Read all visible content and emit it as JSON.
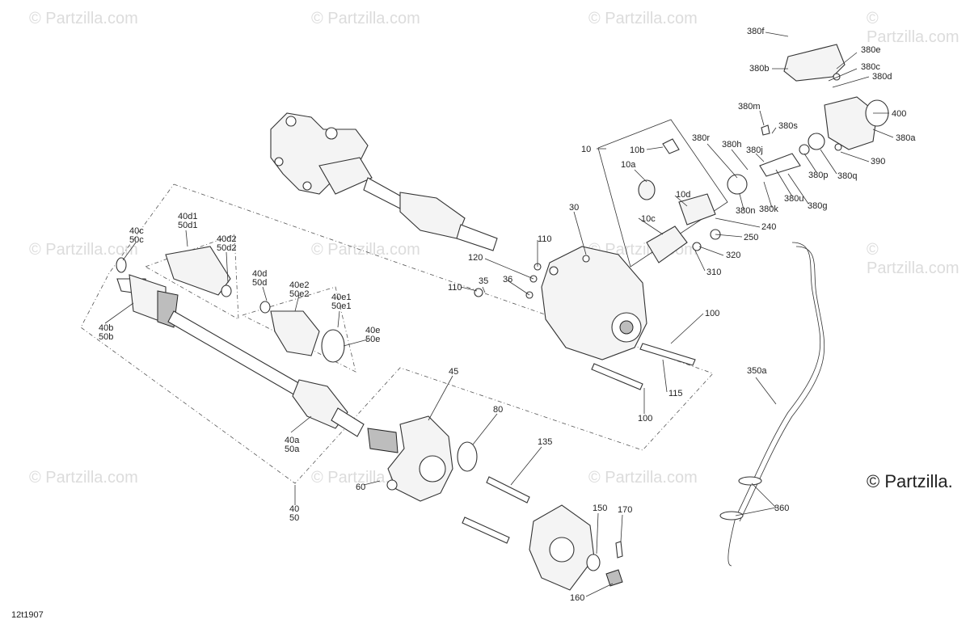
{
  "watermark": "© Partzilla.com",
  "copyright": "© Partzilla.",
  "diagram_code": "12t1907",
  "callouts": [
    {
      "id": "380f",
      "text": "380f"
    },
    {
      "id": "380e",
      "text": "380e"
    },
    {
      "id": "380b",
      "text": "380b"
    },
    {
      "id": "380c",
      "text": "380c"
    },
    {
      "id": "380d",
      "text": "380d"
    },
    {
      "id": "400",
      "text": "400"
    },
    {
      "id": "380m",
      "text": "380m"
    },
    {
      "id": "380s",
      "text": "380s"
    },
    {
      "id": "380a",
      "text": "380a"
    },
    {
      "id": "380r",
      "text": "380r"
    },
    {
      "id": "380h",
      "text": "380h"
    },
    {
      "id": "380j",
      "text": "380j"
    },
    {
      "id": "390",
      "text": "390"
    },
    {
      "id": "380p",
      "text": "380p"
    },
    {
      "id": "380q",
      "text": "380q"
    },
    {
      "id": "380u",
      "text": "380u"
    },
    {
      "id": "380k",
      "text": "380k"
    },
    {
      "id": "380n",
      "text": "380n"
    },
    {
      "id": "380g",
      "text": "380g"
    },
    {
      "id": "10",
      "text": "10"
    },
    {
      "id": "10b",
      "text": "10b"
    },
    {
      "id": "10a",
      "text": "10a"
    },
    {
      "id": "10d",
      "text": "10d"
    },
    {
      "id": "10c",
      "text": "10c"
    },
    {
      "id": "240",
      "text": "240"
    },
    {
      "id": "250",
      "text": "250"
    },
    {
      "id": "320",
      "text": "320"
    },
    {
      "id": "310",
      "text": "310"
    },
    {
      "id": "30",
      "text": "30"
    },
    {
      "id": "110a",
      "text": "110"
    },
    {
      "id": "120",
      "text": "120"
    },
    {
      "id": "36",
      "text": "36"
    },
    {
      "id": "35",
      "text": "35"
    },
    {
      "id": "110b",
      "text": "110"
    },
    {
      "id": "100a",
      "text": "100"
    },
    {
      "id": "115",
      "text": "115"
    },
    {
      "id": "100b",
      "text": "100"
    },
    {
      "id": "350a",
      "text": "350a"
    },
    {
      "id": "360",
      "text": "360"
    },
    {
      "id": "40c",
      "text": "40c"
    },
    {
      "id": "50c",
      "text": "50c"
    },
    {
      "id": "40d1",
      "text": "40d1"
    },
    {
      "id": "50d1",
      "text": "50d1"
    },
    {
      "id": "40d2",
      "text": "40d2"
    },
    {
      "id": "50d2",
      "text": "50d2"
    },
    {
      "id": "40d",
      "text": "40d"
    },
    {
      "id": "50d",
      "text": "50d"
    },
    {
      "id": "40e2",
      "text": "40e2"
    },
    {
      "id": "50e2",
      "text": "50e2"
    },
    {
      "id": "40e1",
      "text": "40e1"
    },
    {
      "id": "50e1",
      "text": "50e1"
    },
    {
      "id": "40e",
      "text": "40e"
    },
    {
      "id": "50e",
      "text": "50e"
    },
    {
      "id": "40b",
      "text": "40b"
    },
    {
      "id": "50b",
      "text": "50b"
    },
    {
      "id": "40a",
      "text": "40a"
    },
    {
      "id": "50a",
      "text": "50a"
    },
    {
      "id": "40",
      "text": "40"
    },
    {
      "id": "50",
      "text": "50"
    },
    {
      "id": "45",
      "text": "45"
    },
    {
      "id": "60",
      "text": "60"
    },
    {
      "id": "80",
      "text": "80"
    },
    {
      "id": "135",
      "text": "135"
    },
    {
      "id": "150",
      "text": "150"
    },
    {
      "id": "170",
      "text": "170"
    },
    {
      "id": "160",
      "text": "160"
    }
  ]
}
